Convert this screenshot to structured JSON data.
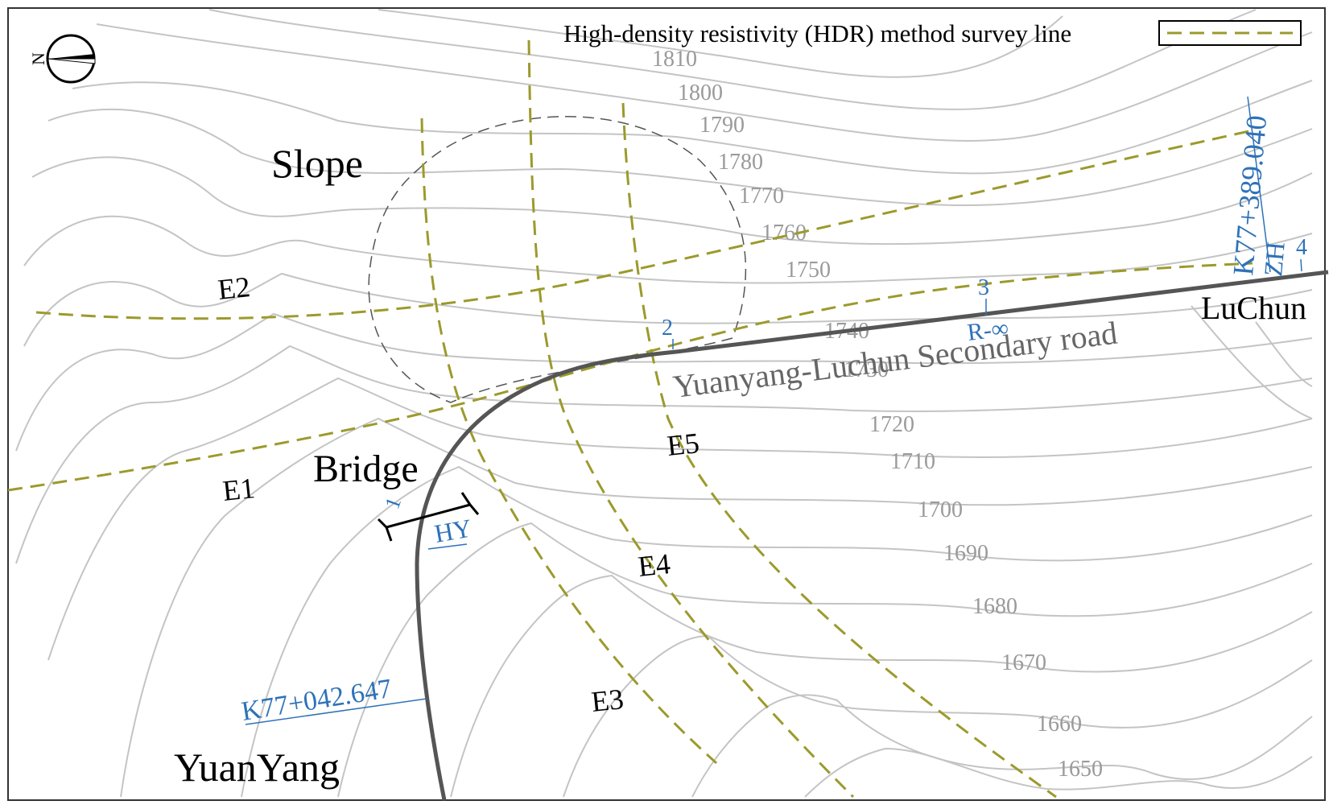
{
  "legend": {
    "label": "High-density resistivity (HDR) method survey line",
    "line_color": "#9c9a2c"
  },
  "compass": {
    "label": "N",
    "icon": "north-arrow-icon"
  },
  "places": {
    "slope": "Slope",
    "bridge": "Bridge",
    "yuanyang": "YuanYang",
    "luchun": "LuChun",
    "road": "Yuanyang-Luchun Secondary road"
  },
  "survey_lines": [
    "E1",
    "E2",
    "E3",
    "E4",
    "E5"
  ],
  "stations": {
    "start_chainage": "K77+042.647",
    "end_chainage": "K77+389.040",
    "hy": "HY",
    "zh": "ZH",
    "radius": "R-∞",
    "points": [
      "1",
      "2",
      "3",
      "4"
    ]
  },
  "contours": [
    "1810",
    "1800",
    "1790",
    "1780",
    "1770",
    "1760",
    "1750",
    "1740",
    "1730",
    "1720",
    "1710",
    "1700",
    "1690",
    "1680",
    "1670",
    "1660",
    "1650"
  ],
  "colors": {
    "contour": "#c4c4c4",
    "road": "#555555",
    "station": "#2e72b8",
    "survey": "#9c9a2c"
  }
}
